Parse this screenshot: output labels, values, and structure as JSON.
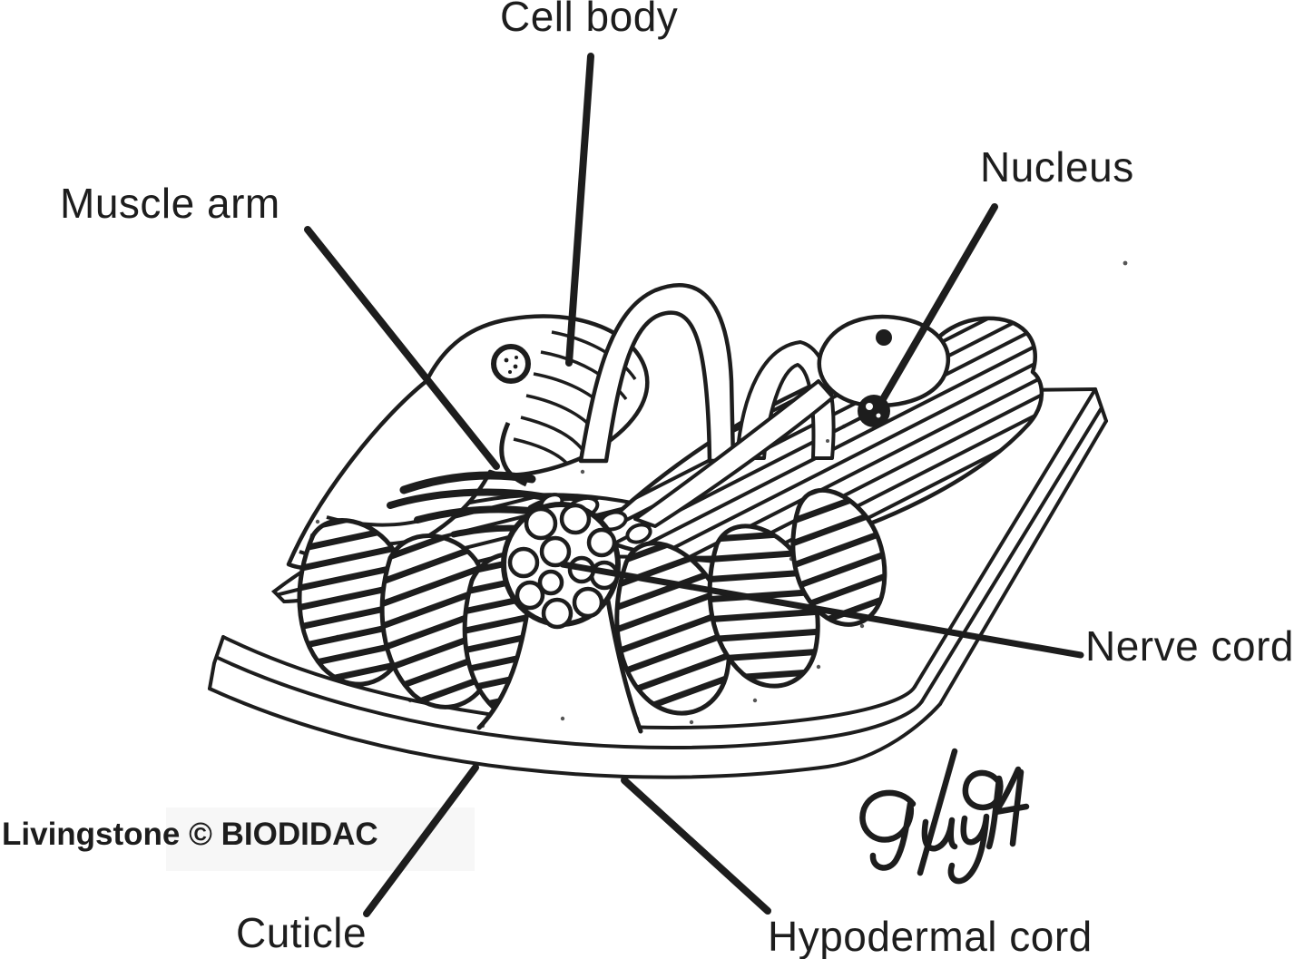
{
  "figure": {
    "labels": {
      "cell_body": "Cell body",
      "nucleus": "Nucleus",
      "muscle_arm": "Muscle arm",
      "nerve_cord": "Nerve cord",
      "cuticle": "Cuticle",
      "hypodermal_cord": "Hypodermal cord"
    },
    "credit": "Livingstone © BIODIDAC",
    "signature": "Guy/94",
    "colors": {
      "ink": "#1d1d1d",
      "background": "#ffffff",
      "credit_panel": "#f7f7f7"
    }
  }
}
